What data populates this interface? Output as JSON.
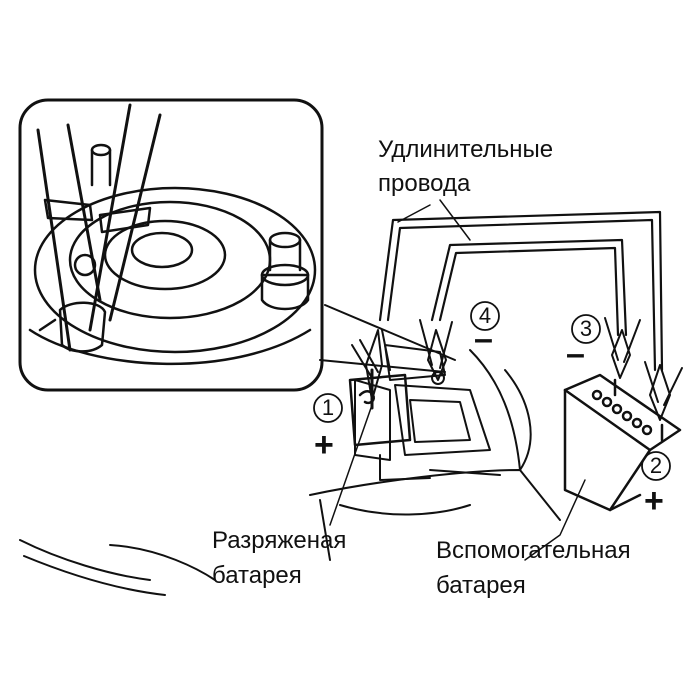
{
  "labels": {
    "cables_line1": "Удлинительные",
    "cables_line2": "провода",
    "dead_battery_line1": "Разряженая",
    "dead_battery_line2": "батарея",
    "booster_battery_line1": "Вспомогательная",
    "booster_battery_line2": "батарея"
  },
  "steps": {
    "step1": "1",
    "step2": "2",
    "step3": "3",
    "step4": "4"
  },
  "polarity": {
    "plus": "+",
    "minus": "–"
  },
  "colors": {
    "ink": "#111111",
    "background": "#ffffff"
  }
}
